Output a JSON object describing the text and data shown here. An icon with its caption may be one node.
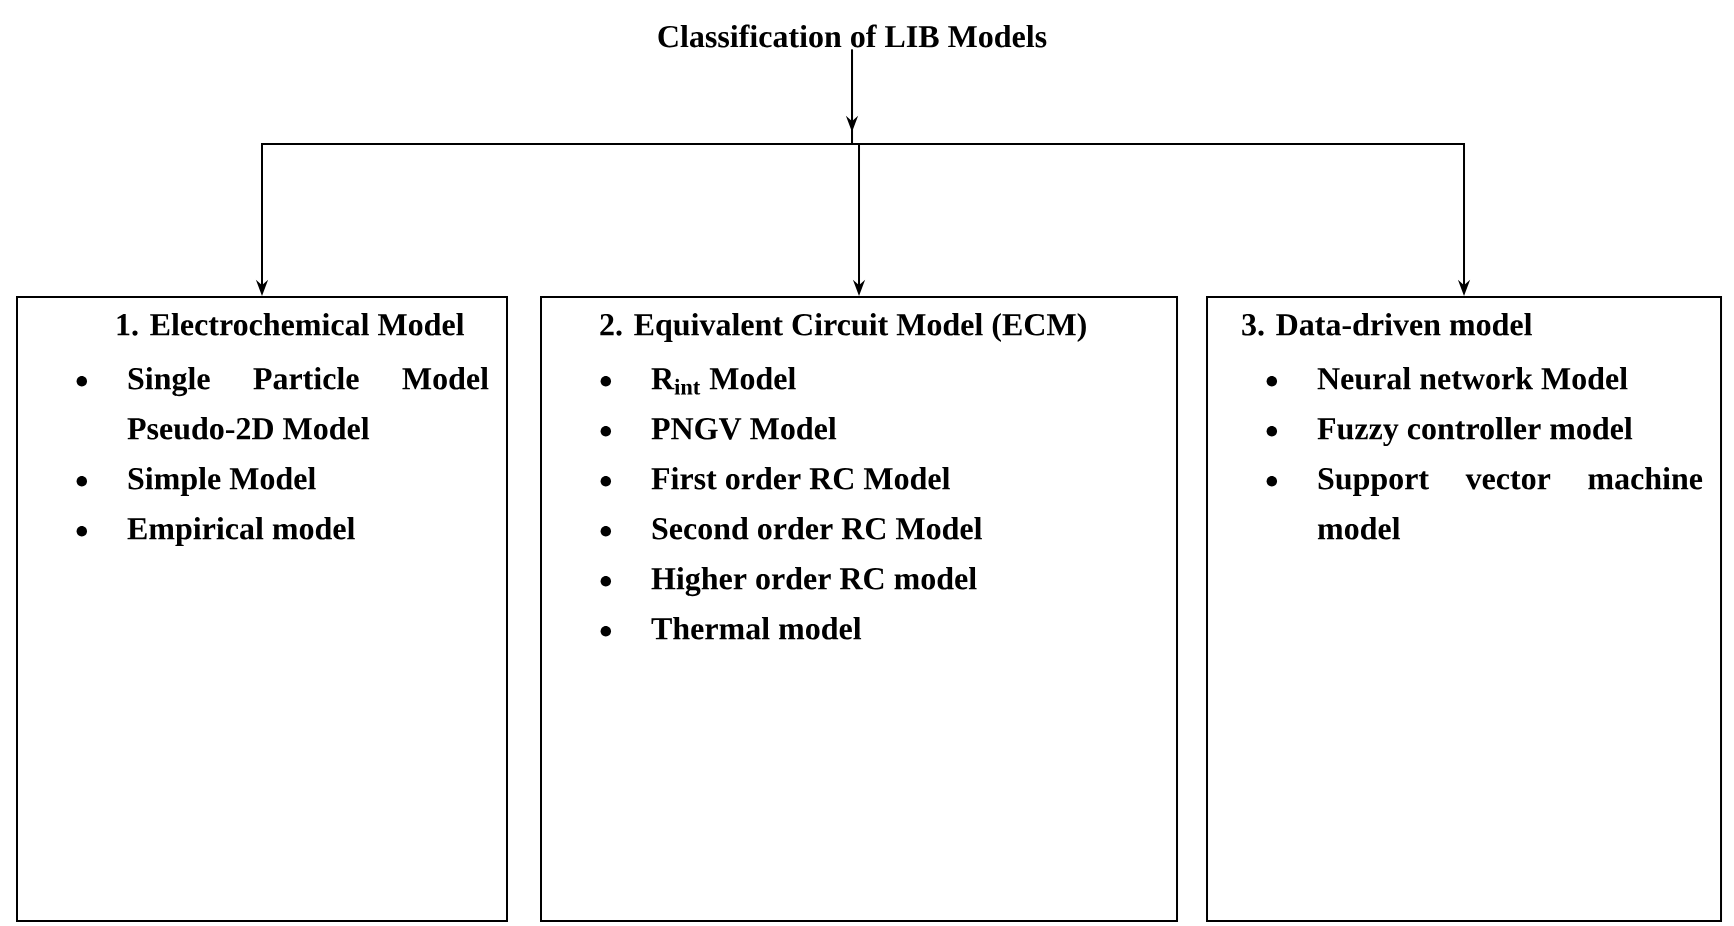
{
  "diagram": {
    "nodes": [
      {
        "text": [
          "Classification of LIB Models"
        ]
      },
      {
        "text": [
          "1. Electrochemical Model",
          "Single Particle Model Pseudo-2D Model",
          "Simple Model",
          "Empirical model"
        ]
      },
      {
        "text": [
          "2. Equivalent Circuit Model (ECM)",
          "R$_{int}$ Model",
          "PNGV Model",
          "First order RC Model",
          "Second order RC Model",
          "Higher order RC model",
          "Thermal model"
        ]
      },
      {
        "text": [
          "3. Data-driven model",
          "Neural network Model",
          "Fuzzy controller model",
          "Support vector machine model"
        ]
      }
    ],
    "edges": [
      {
        "from": 0,
        "to": 1,
        "arrow": "to"
      },
      {
        "from": 0,
        "to": 2,
        "arrow": "to"
      },
      {
        "from": 0,
        "to": 3,
        "arrow": "to"
      }
    ]
  }
}
